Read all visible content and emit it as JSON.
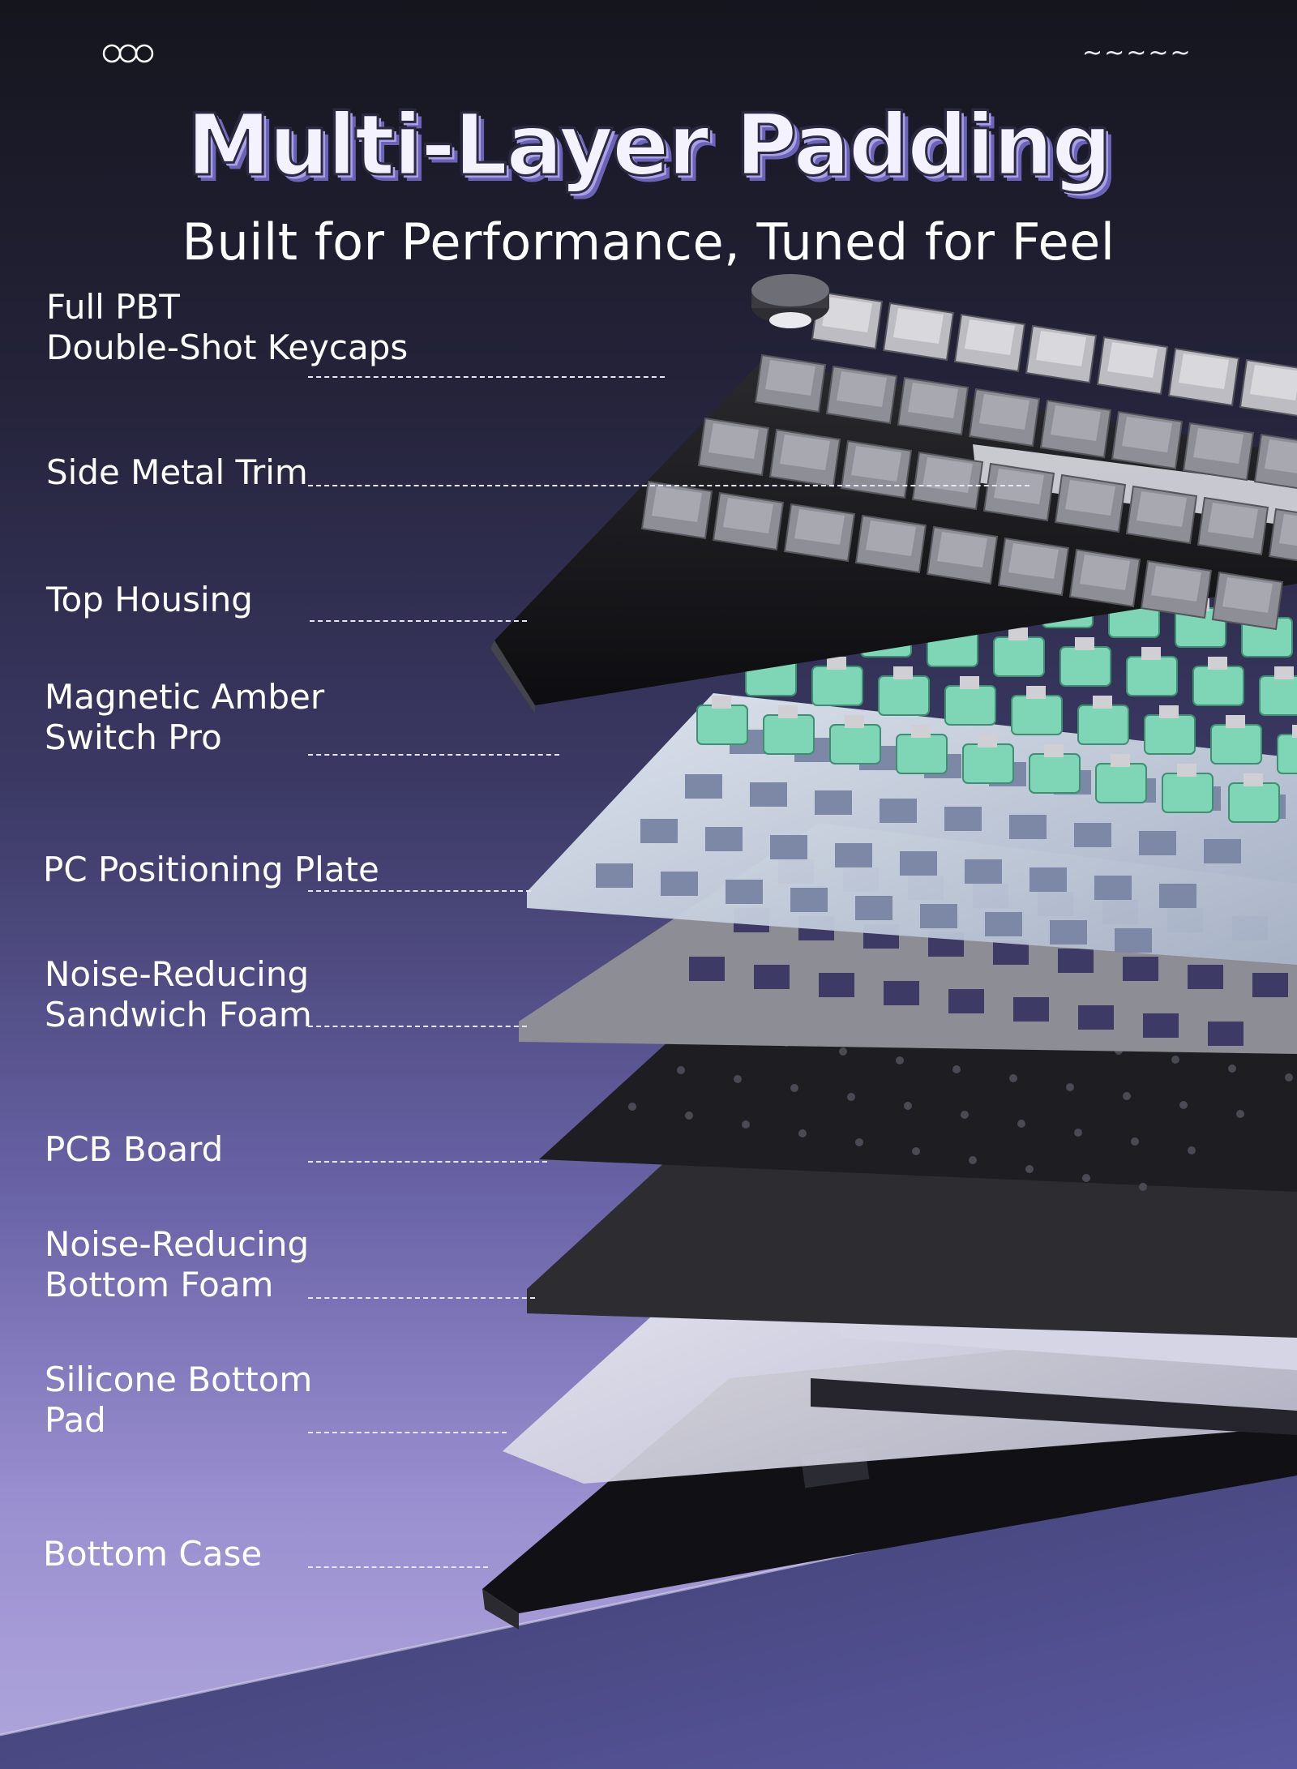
{
  "header": {
    "logo_icon": "three-rings-logo",
    "ornament": "~~~~~"
  },
  "title": "Multi-Layer Padding",
  "subtitle": "Built for Performance, Tuned for Feel",
  "layers": [
    {
      "label": "Full PBT\nDouble-Shot Keycaps"
    },
    {
      "label": "Side Metal Trim"
    },
    {
      "label": "Top Housing"
    },
    {
      "label": "Magnetic Amber\nSwitch Pro"
    },
    {
      "label": "PC Positioning Plate"
    },
    {
      "label": "Noise-Reducing\nSandwich Foam"
    },
    {
      "label": "PCB Board"
    },
    {
      "label": "Noise-Reducing\nBottom Foam"
    },
    {
      "label": "Silicone Bottom\nPad"
    },
    {
      "label": "Bottom Case"
    }
  ],
  "colors": {
    "switch_accent": "#7fd6b6",
    "background_top": "#15151e",
    "background_bottom": "#b0a6dc"
  }
}
